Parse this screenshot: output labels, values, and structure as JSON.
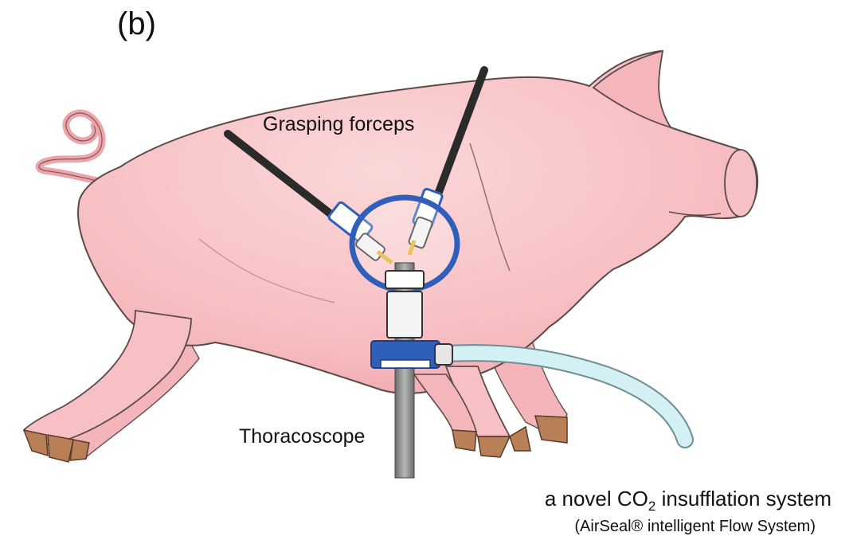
{
  "figure": {
    "panel_label": "(b)",
    "labels": {
      "forceps": "Grasping forceps",
      "scope": "Thoracoscope"
    },
    "system": {
      "prefix": "a novel CO",
      "subscript": "2",
      "suffix": " insufflation system",
      "subtitle": "(AirSeal® intelligent Flow System)"
    }
  },
  "colors": {
    "skin": "#f8c6c8",
    "skin_shade": "#eea5aa",
    "outline": "#5a4a4a",
    "hoof": "#b98058",
    "port_ring": "#2f5fb8",
    "tube": "#cfeff3",
    "instrument": "#2b2b2b",
    "scope_shaft": "#8a8a8a",
    "tip": "#e0b020"
  },
  "icons": {
    "port": "airseal-port-icon",
    "tube": "co2-tube-icon"
  }
}
